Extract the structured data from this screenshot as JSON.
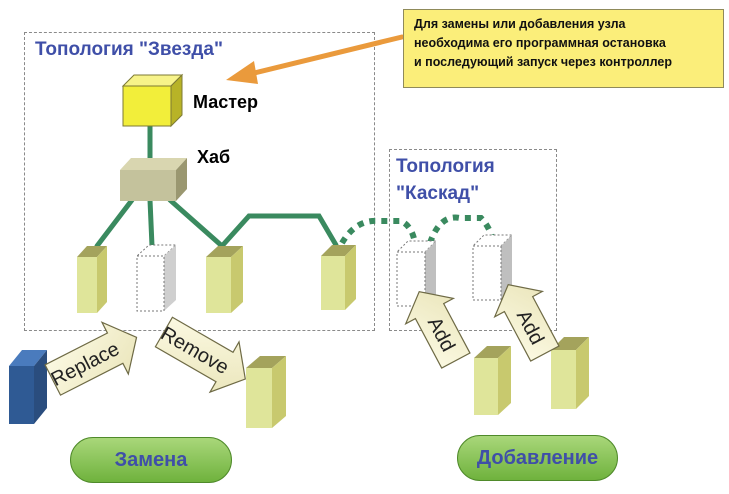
{
  "star": {
    "title": "Топология \"Звезда\""
  },
  "cascade": {
    "title_line1": "Топология",
    "title_line2": "\"Каскад\""
  },
  "note": {
    "line1": "Для замены или добавления узла",
    "line2": "необходима его программная остановка",
    "line3": "и последующий запуск через контроллер"
  },
  "labels": {
    "master": "Мастер",
    "hub": "Хаб"
  },
  "arrows": {
    "replace": "Replace",
    "remove": "Remove",
    "add": "Add"
  },
  "buttons": {
    "replace": "Замена",
    "add": "Добавление"
  },
  "colors": {
    "link": "#3a8a5f",
    "node_yellow": "#dfe59a",
    "master_yellow": "#f2ee3a",
    "replacement_blue": "#2f5a94",
    "note_background": "#fbee7a",
    "callout_arrow": "#ea9a3c",
    "title_blue": "#3f4fa8",
    "pill_green": "#8cc45a"
  }
}
